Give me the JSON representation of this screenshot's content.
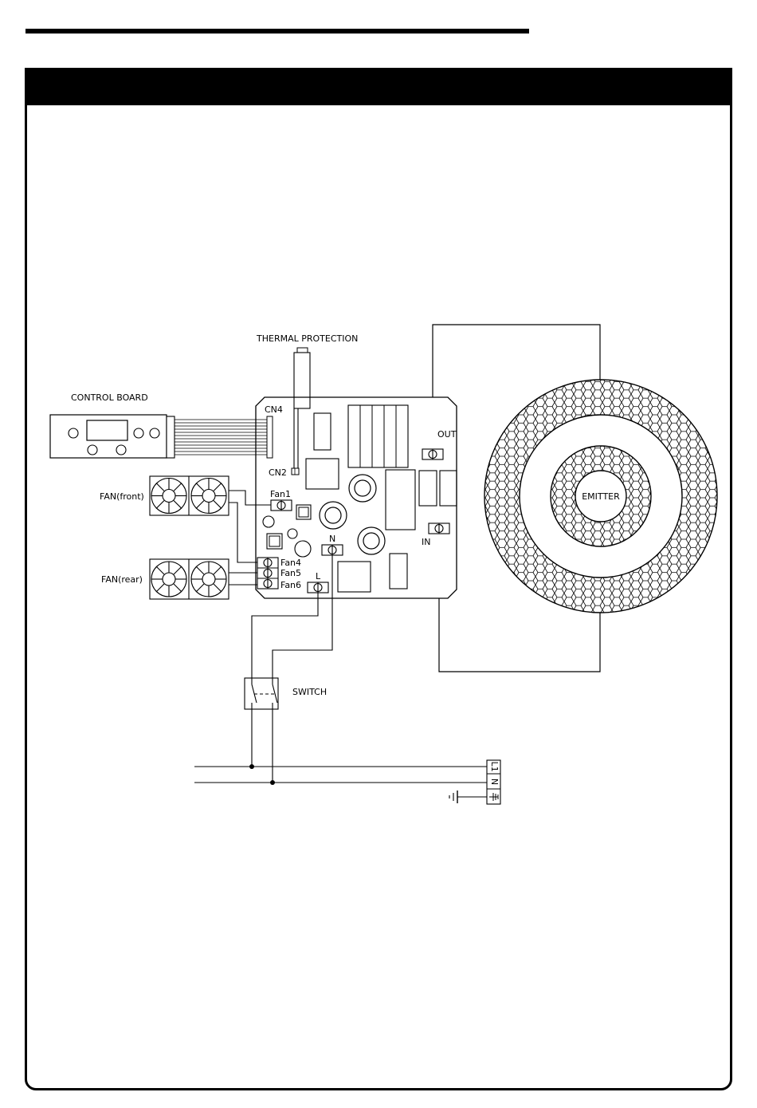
{
  "labels": {
    "thermal_protection": "THERMAL  PROTECTION",
    "control_board": "CONTROL  BOARD",
    "cn4": "CN4",
    "cn2": "CN2",
    "out": "OUT",
    "in": "IN",
    "fan1": "Fan1",
    "fan4": "Fan4",
    "fan5": "Fan5",
    "fan6": "Fan6",
    "n": "N",
    "l": "L",
    "fan_front": "FAN(front)",
    "fan_rear": "FAN(rear)",
    "emitter": "EMITTER",
    "switch": "SWITCH",
    "terminal_l1": "L1",
    "terminal_n": "N"
  }
}
